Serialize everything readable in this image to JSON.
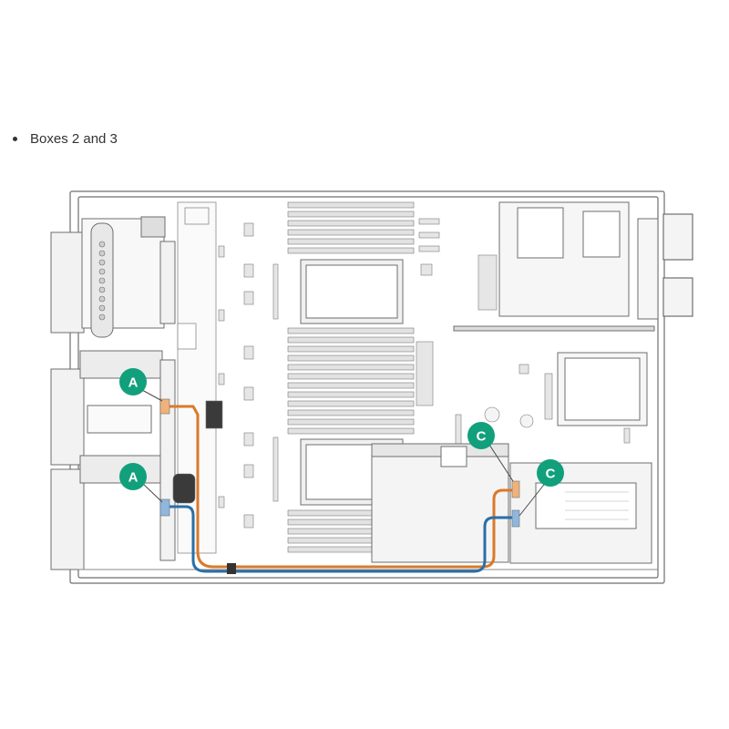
{
  "page": {
    "bullet_text": "Boxes 2 and 3"
  },
  "callouts": [
    {
      "id": "callout-a-upper",
      "label": "A"
    },
    {
      "id": "callout-a-lower",
      "label": "A"
    },
    {
      "id": "callout-c-left",
      "label": "C"
    },
    {
      "id": "callout-c-right",
      "label": "C"
    }
  ],
  "colors": {
    "callout": "#12a07c",
    "cable_orange": "#d97a2a",
    "cable_blue": "#2a6fa8",
    "connector_orange": "#f0b27a",
    "connector_blue": "#8fb7dd",
    "line": "#6e6e6e"
  }
}
